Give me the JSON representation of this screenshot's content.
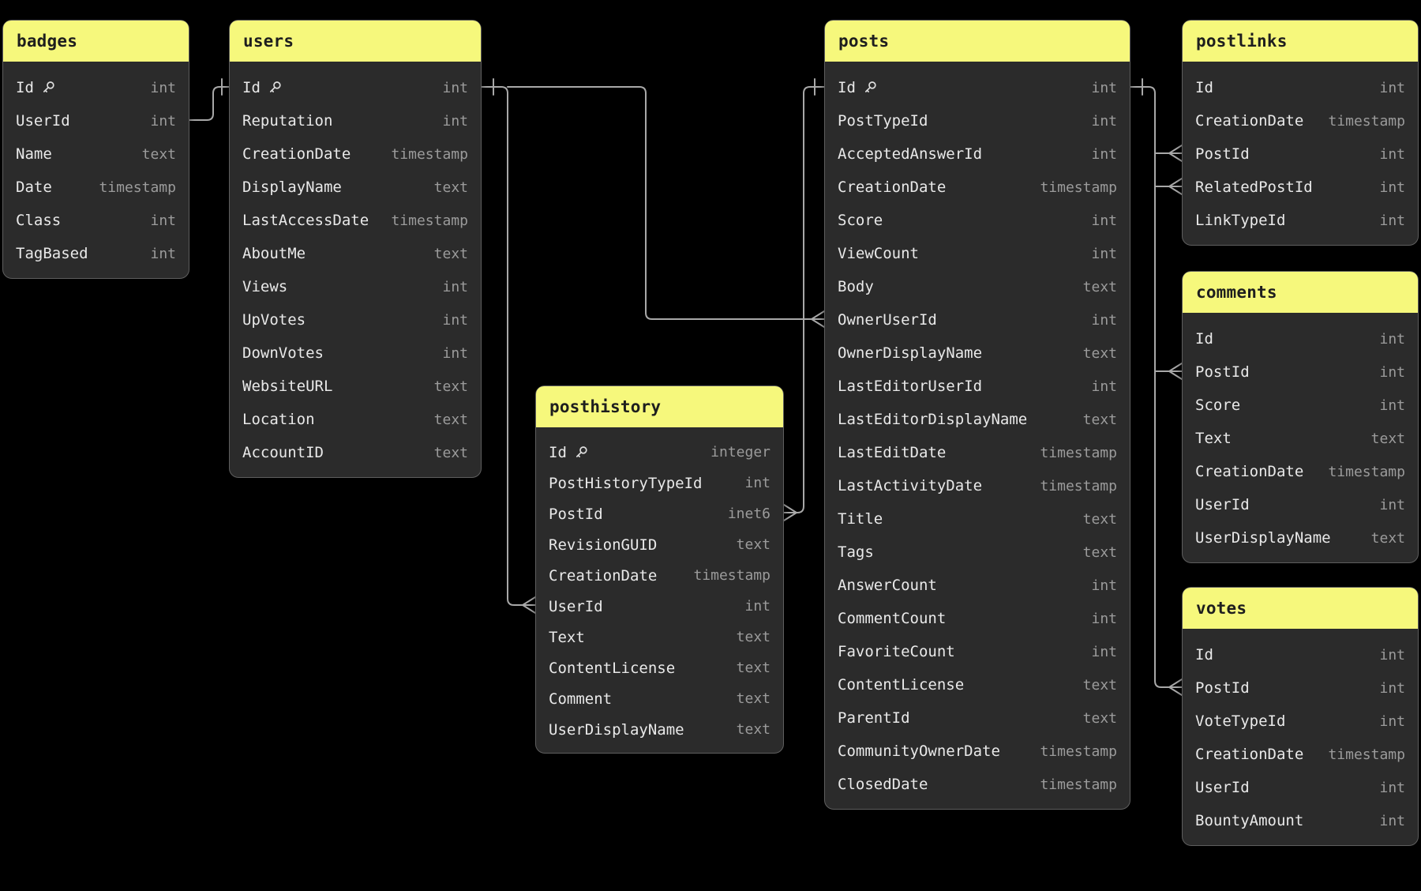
{
  "colors": {
    "background": "#000000",
    "table_header_bg": "#f6f87c",
    "table_header_text": "#1e1e1e",
    "table_bg": "#2b2b2b",
    "table_border": "#5e5e5e",
    "field_name_text": "#e9e9e9",
    "field_type_text": "#9b9b9b",
    "relation_line": "#a8a8a8"
  },
  "tables": [
    {
      "title": "badges",
      "fields": [
        {
          "name": "Id",
          "type": "int",
          "key": true
        },
        {
          "name": "UserId",
          "type": "int"
        },
        {
          "name": "Name",
          "type": "text"
        },
        {
          "name": "Date",
          "type": "timestamp"
        },
        {
          "name": "Class",
          "type": "int"
        },
        {
          "name": "TagBased",
          "type": "int"
        }
      ]
    },
    {
      "title": "users",
      "fields": [
        {
          "name": "Id",
          "type": "int",
          "key": true
        },
        {
          "name": "Reputation",
          "type": "int"
        },
        {
          "name": "CreationDate",
          "type": "timestamp"
        },
        {
          "name": "DisplayName",
          "type": "text"
        },
        {
          "name": "LastAccessDate",
          "type": "timestamp"
        },
        {
          "name": "AboutMe",
          "type": "text"
        },
        {
          "name": "Views",
          "type": "int"
        },
        {
          "name": "UpVotes",
          "type": "int"
        },
        {
          "name": "DownVotes",
          "type": "int"
        },
        {
          "name": "WebsiteURL",
          "type": "text"
        },
        {
          "name": "Location",
          "type": "text"
        },
        {
          "name": "AccountID",
          "type": "text"
        }
      ]
    },
    {
      "title": "posthistory",
      "fields": [
        {
          "name": "Id",
          "type": "integer",
          "key": true
        },
        {
          "name": "PostHistoryTypeId",
          "type": "int"
        },
        {
          "name": "PostId",
          "type": "inet6"
        },
        {
          "name": "RevisionGUID",
          "type": "text"
        },
        {
          "name": "CreationDate",
          "type": "timestamp"
        },
        {
          "name": "UserId",
          "type": "int"
        },
        {
          "name": "Text",
          "type": "text"
        },
        {
          "name": "ContentLicense",
          "type": "text"
        },
        {
          "name": "Comment",
          "type": "text"
        },
        {
          "name": "UserDisplayName",
          "type": "text"
        }
      ]
    },
    {
      "title": "posts",
      "fields": [
        {
          "name": "Id",
          "type": "int",
          "key": true
        },
        {
          "name": "PostTypeId",
          "type": "int"
        },
        {
          "name": "AcceptedAnswerId",
          "type": "int"
        },
        {
          "name": "CreationDate",
          "type": "timestamp"
        },
        {
          "name": "Score",
          "type": "int"
        },
        {
          "name": "ViewCount",
          "type": "int"
        },
        {
          "name": "Body",
          "type": "text"
        },
        {
          "name": "OwnerUserId",
          "type": "int"
        },
        {
          "name": "OwnerDisplayName",
          "type": "text"
        },
        {
          "name": "LastEditorUserId",
          "type": "int"
        },
        {
          "name": "LastEditorDisplayName",
          "type": "text"
        },
        {
          "name": "LastEditDate",
          "type": "timestamp"
        },
        {
          "name": "LastActivityDate",
          "type": "timestamp"
        },
        {
          "name": "Title",
          "type": "text"
        },
        {
          "name": "Tags",
          "type": "text"
        },
        {
          "name": "AnswerCount",
          "type": "int"
        },
        {
          "name": "CommentCount",
          "type": "int"
        },
        {
          "name": "FavoriteCount",
          "type": "int"
        },
        {
          "name": "ContentLicense",
          "type": "text"
        },
        {
          "name": "ParentId",
          "type": "text"
        },
        {
          "name": "CommunityOwnerDate",
          "type": "timestamp"
        },
        {
          "name": "ClosedDate",
          "type": "timestamp"
        }
      ]
    },
    {
      "title": "postlinks",
      "fields": [
        {
          "name": "Id",
          "type": "int"
        },
        {
          "name": "CreationDate",
          "type": "timestamp"
        },
        {
          "name": "PostId",
          "type": "int"
        },
        {
          "name": "RelatedPostId",
          "type": "int"
        },
        {
          "name": "LinkTypeId",
          "type": "int"
        }
      ]
    },
    {
      "title": "comments",
      "fields": [
        {
          "name": "Id",
          "type": "int"
        },
        {
          "name": "PostId",
          "type": "int"
        },
        {
          "name": "Score",
          "type": "int"
        },
        {
          "name": "Text",
          "type": "text"
        },
        {
          "name": "CreationDate",
          "type": "timestamp"
        },
        {
          "name": "UserId",
          "type": "int"
        },
        {
          "name": "UserDisplayName",
          "type": "text"
        }
      ]
    },
    {
      "title": "votes",
      "fields": [
        {
          "name": "Id",
          "type": "int"
        },
        {
          "name": "PostId",
          "type": "int"
        },
        {
          "name": "VoteTypeId",
          "type": "int"
        },
        {
          "name": "CreationDate",
          "type": "timestamp"
        },
        {
          "name": "UserId",
          "type": "int"
        },
        {
          "name": "BountyAmount",
          "type": "int"
        }
      ]
    }
  ],
  "relations": [
    {
      "from": "badges.UserId",
      "to": "users.Id",
      "marker": "one"
    },
    {
      "from": "users.Id",
      "to": "posthistory.UserId",
      "marker": "one-to-many"
    },
    {
      "from": "users.Id",
      "to": "posts.OwnerUserId",
      "marker": "one-to-many"
    },
    {
      "from": "posts.Id",
      "to": "posthistory.PostId",
      "marker": "one-to-many"
    },
    {
      "from": "posts.Id",
      "to": "postlinks.PostId",
      "marker": "one-to-many"
    },
    {
      "from": "posts.Id",
      "to": "postlinks.RelatedPostId",
      "marker": "one-to-many"
    },
    {
      "from": "posts.Id",
      "to": "comments.PostId",
      "marker": "one-to-many"
    },
    {
      "from": "posts.Id",
      "to": "votes.PostId",
      "marker": "one-to-many"
    }
  ]
}
